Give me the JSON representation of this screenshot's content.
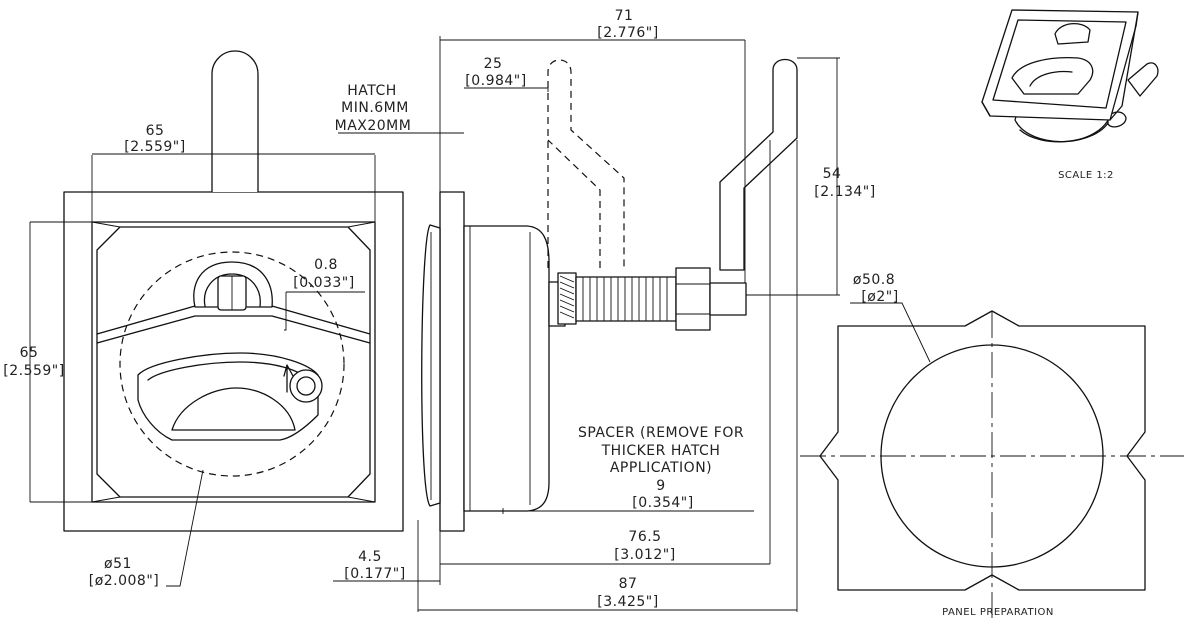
{
  "dimensions": {
    "front_width": {
      "value": "65",
      "imperial": "[2.559\"]"
    },
    "front_height": {
      "value": "65",
      "imperial": "[2.559\"]"
    },
    "lip": {
      "value": "0.8",
      "imperial": "[0.033\"]"
    },
    "circle_dia": {
      "value": "ø51",
      "imperial": "[ø2.008\"]"
    },
    "overall_depth": {
      "value": "71",
      "imperial": "[2.776\"]"
    },
    "cam_offset": {
      "value": "25",
      "imperial": "[0.984\"]"
    },
    "cam_height": {
      "value": "54",
      "imperial": "[2.134\"]"
    },
    "spacer_thickness": {
      "value": "9",
      "imperial": "[0.354\"]"
    },
    "grip_length": {
      "value": "76.5",
      "imperial": "[3.012\"]"
    },
    "flange_thickness": {
      "value": "4.5",
      "imperial": "[0.177\"]"
    },
    "total_length": {
      "value": "87",
      "imperial": "[3.425\"]"
    },
    "cutout_dia": {
      "value": "ø50.8",
      "imperial": "[ø2\"]"
    }
  },
  "notes": {
    "hatch": [
      "HATCH",
      "MIN.6MM",
      "MAX20MM"
    ],
    "spacer": [
      "SPACER (REMOVE FOR",
      "THICKER HATCH",
      "APPLICATION)"
    ],
    "panel_preparation": "PANEL PREPARATION",
    "scale": "SCALE  1:2"
  }
}
